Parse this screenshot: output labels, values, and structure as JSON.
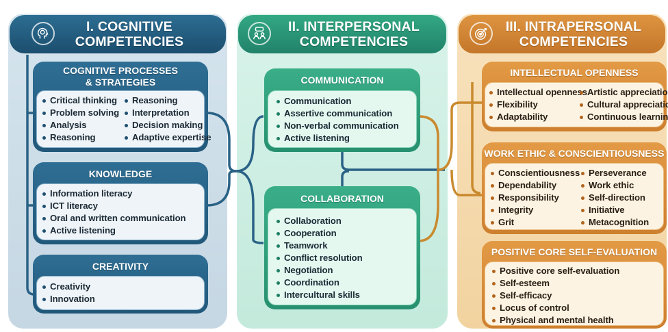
{
  "columns": {
    "cognitive": {
      "title": "I. COGNITIVE\nCOMPETENCIES",
      "icon": "brain-head-icon",
      "sections": [
        {
          "title": "COGNITIVE PROCESSES\n& STRATEGIES",
          "items_left": [
            "Critical thinking",
            "Problem solving",
            "Analysis",
            "Reasoning"
          ],
          "items_right": [
            "Reasoning",
            "Interpretation",
            "Decision making",
            "Adaptive expertise"
          ]
        },
        {
          "title": "KNOWLEDGE",
          "items": [
            "Information literacy",
            "ICT literacy",
            "Oral and written communication",
            "Active listening"
          ]
        },
        {
          "title": "CREATIVITY",
          "items": [
            "Creativity",
            "Innovation"
          ]
        }
      ]
    },
    "interpersonal": {
      "title": "II. INTERPERSONAL\nCOMPETENCIES",
      "icon": "people-chat-icon",
      "sections": [
        {
          "title": "COMMUNICATION",
          "items": [
            "Communication",
            "Assertive communication",
            "Non-verbal communication",
            "Active listening"
          ]
        },
        {
          "title": "COLLABORATION",
          "items": [
            "Collaboration",
            "Cooperation",
            "Teamwork",
            "Conflict resolution",
            "Negotiation",
            "Coordination",
            "Intercultural skills"
          ]
        }
      ]
    },
    "intrapersonal": {
      "title": "III. INTRAPERSONAL\nCOMPETENCIES",
      "icon": "target-icon",
      "sections": [
        {
          "title": "INTELLECTUAL OPENNESS",
          "items_left": [
            "Intellectual openness",
            "Flexibility",
            "Adaptability"
          ],
          "items_right": [
            "Artistic appreciation",
            "Cultural appreciation",
            "Continuous learning"
          ]
        },
        {
          "title": "WORK ETHIC & CONSCIENTIOUSNESS",
          "items_left": [
            "Conscientiousness",
            "Dependability",
            "Responsibility",
            "Integrity",
            "Grit"
          ],
          "items_right": [
            "Perseverance",
            "Work ethic",
            "Self-direction",
            "Initiative",
            "Metacognition"
          ]
        },
        {
          "title": "POSITIVE CORE SELF-EVALUATION",
          "items": [
            "Positive core self-evaluation",
            "Self-esteem",
            "Self-efficacy",
            "Locus of control",
            "Physical and mental health"
          ]
        }
      ]
    }
  },
  "colors": {
    "cognitive": "#21587a",
    "interpersonal": "#27906f",
    "intrapersonal": "#cd7f2e",
    "connector_blue": "#2a6286",
    "connector_orange": "#c98a2e"
  }
}
